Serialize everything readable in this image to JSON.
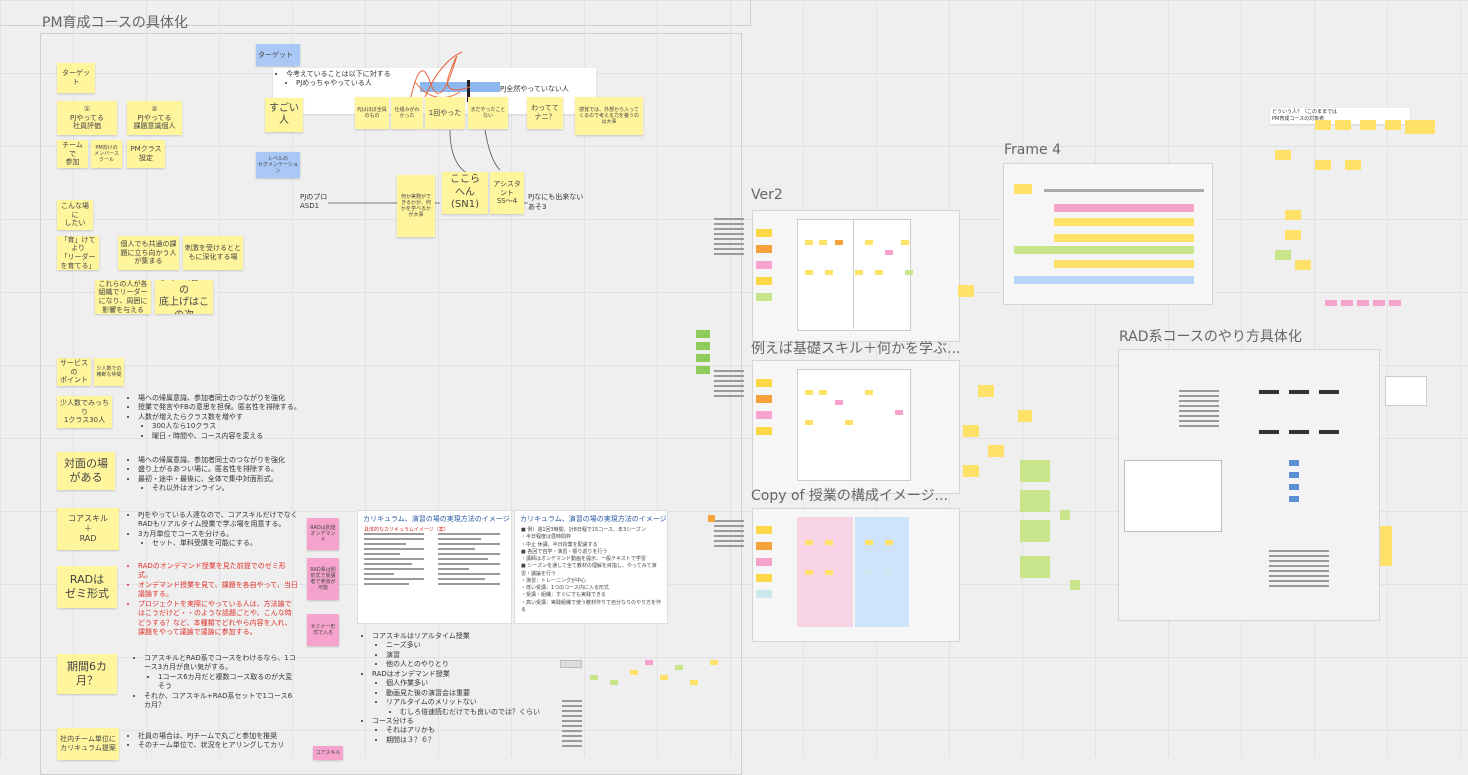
{
  "frames": {
    "main_title": "PM育成コースの具体化",
    "ver2": "Ver2",
    "example": "例えば基礎スキル＋何かを学ぶ...",
    "copy": "Copy of 授業の構成イメージ...",
    "frame4": "Frame 4",
    "rad": "RAD系コースのやり方具体化"
  },
  "left_stickies": {
    "target": "ターゲット",
    "s1": "①\nPJやってる\n社員評価",
    "s2": "②\nPJやってる\n課題意識個人",
    "s3": "チームで\n参加",
    "s4": "PM向けのメンバースクール",
    "s5": "PMクラス\n設定",
    "kind": "こんな場に\nしたい",
    "leader": "「育」けて\nより\n「リーダーを育てる」",
    "grow": "個人でも共通の課題に立ち向かう人が集まる",
    "connect": "刺激を受けるとともに深化する場",
    "people": "これらの人が各組織でリーダーになり、周囲に影響を与える",
    "wider": "よりい層への\n底上げはこの次",
    "service": "サービスの\nポイント",
    "service2": "少人数での横断な仲間",
    "small": "少人数でみっちり\n1クラス30人",
    "face": "対面の場\nがある",
    "core": "コアスキル\n＋\nRAD",
    "rad": "RADは\nゼミ形式",
    "period": "期間6カ月？",
    "company": "社内チーム単位に\nカリキュラム提案"
  },
  "top_area": {
    "target_tag": "ターゲット",
    "level_tag": "レベルの\nセグメンテーション",
    "heading": "今考えていることは以下に対する",
    "bullet": "PJめっちゃやっている人",
    "pj_none": "PJ全然やっていない人",
    "sugoi": "すごい人",
    "s_a": "PJはほぼ全員のもの",
    "s_b": "仕組みがわかった",
    "s_c": "1回やった",
    "s_d": "まだやったことない",
    "s_e": "わっててナニ？",
    "s_f": "感覚では、外部から入ってくるので考える力を養うのは大事",
    "mid1": "何か実務ができるかが、何かを学べるかが大事",
    "center": "ここら\nへん\n(SN1)",
    "assistant": "アシスタント\nSS～4",
    "pjpro": "PJのプロ\nASD1",
    "pjnone": "PJなにも出来ない\nあそ3"
  },
  "bullets": {
    "b1": [
      "場への帰属意識、参加者同士のつながりを強化",
      "授業で発言やFBの意思を担保。匿名性を排除する。",
      "人数が増えたらクラス数を増やす",
      "300人なら10クラス",
      "曜日・時間や、コース内容を変える"
    ],
    "b2": [
      "場への帰属意識、参加者同士のつながりを強化",
      "盛り上がるあつい場に。匿名性を排除する。",
      "最初・途中・最後に、全体で集中対面形式。",
      "それ以外はオンライン。"
    ],
    "b3": [
      "PJをやっている人達なので、コアスキルだけでなくRADもリアルタイム授業で学ぶ場を用意する。",
      "3カ月単位でコースを分ける。",
      "セット、単科受講を可能にする。"
    ],
    "b4": [
      "RADのオンデマンド授業を見た前提でのゼミ形式。",
      "オンデマンド授業を見て、課題を各自やって、当日議論する。",
      "プロジェクトを実際にやっている人は、方法論ではこうだけど・・のような話題ごとや、こんな時どうする？など、本種類でどれやら内容を入れ、課題をやって議論で議論に参加する。"
    ],
    "b5": [
      "コアスキルとRAD系でコースをわけるなら、1コース3カ月が良い気がする。",
      "1コース6カ月だと複数コース取るのが大変そう",
      "それか、コアスキル+RAD系セットで1コース6カ月？"
    ],
    "b6": [
      "社員の場合は、PJチームで丸ごと参加を推奨",
      "そのチーム単位で、状況をヒアリングしてカリ"
    ],
    "b7": [
      "コアスキルはリアルタイム授業",
      "ニーズ多い",
      "演習",
      "他の人とのやりとり",
      "RADはオンデマンド授業",
      "個人作業多い",
      "動画見た後の演習会は重要",
      "リアルタイムのメリットない",
      "むしろ倍速読むだけでも良いのでは？くらい",
      "コース分ける",
      "それはアリかも",
      "期間は３？６？"
    ]
  },
  "pink_notes": {
    "p1": "RADは別途オンデマンド",
    "p2": "RAD系は別形式で受講者で参加が可能",
    "p3": "セミナー形式で入る",
    "p4": "コアスキル"
  },
  "slides": {
    "s1_title": "カリキュラム、演習の場の実現方法のイメージ",
    "s1_sub": "具体的なカリキュラムイメージ（案）",
    "s2_title": "カリキュラム、演習の場の実現方法のイメージ",
    "s2_lines": [
      "■ 例）週1回3時間、計8日程で15コース、年3シーズン",
      "・半日程度は昼時間枠",
      "・中止 休講、半日授業を配慮する",
      "■ 各回で自学・演習・振り返りを行う",
      "・講師はオンデマンド動画を提示、一般テキストで学習",
      "■ シーズンを通して全て教材の理解を目指し、やってみて演習・議論を行う",
      "・演習：トレーニングが中心",
      "・低い受講：1つのコース内に入る形式",
      "・受講・組織：すぐにでも実践できる",
      "・高い受講：実践組織で使う教材作りで自分なりのやり方を作る"
    ]
  },
  "side_note": {
    "line1": "どういう人？（このままでは",
    "line2": "PM育成コースの対象者"
  }
}
